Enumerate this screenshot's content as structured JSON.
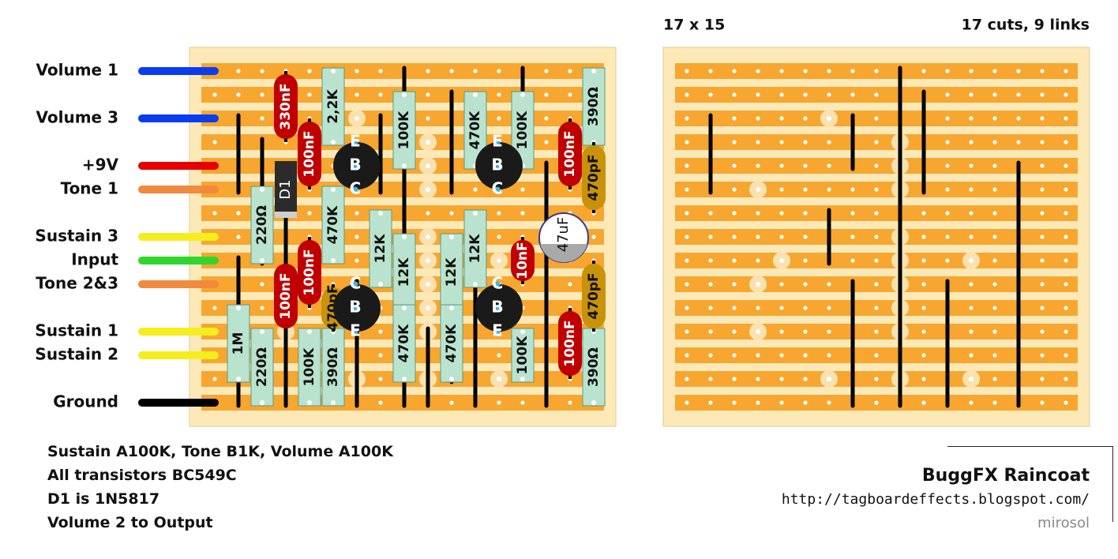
{
  "board_size": "17 x 15",
  "cuts_links": "17 cuts, 9 links",
  "connections": [
    "Volume 1",
    "Volume 3",
    "+9V",
    "Tone 1",
    "Sustain 3",
    "Input",
    "Tone 2&3",
    "Sustain 1",
    "Sustain 2",
    "Ground"
  ],
  "connection_colors": [
    "#0a3df0",
    "#0a3df0",
    "#e60000",
    "#f08a3c",
    "#f5ee1e",
    "#2ed62e",
    "#f08a3c",
    "#f5ee1e",
    "#f5ee1e",
    "#000000"
  ],
  "components": {
    "resistors": [
      "2,2K",
      "100K",
      "470K",
      "100K",
      "390Ω",
      "220Ω",
      "470K",
      "12K",
      "12K",
      "12K",
      "12K",
      "1M",
      "220Ω",
      "100K",
      "390Ω",
      "470K",
      "470K",
      "100K",
      "390Ω"
    ],
    "capacitors": [
      "330nF",
      "100nF",
      "100nF",
      "100nF",
      "10nF",
      "100nF",
      "100nF"
    ],
    "film_caps": [
      "470pF",
      "470pF",
      "470pF"
    ],
    "electrolytic": "47uF",
    "diode": "D1",
    "transistor_pins_top": [
      "E",
      "B",
      "C"
    ],
    "transistor_pins_bottom": [
      "C",
      "B",
      "E"
    ]
  },
  "notes": [
    "Sustain A100K, Tone B1K, Volume A100K",
    "All transistors BC549C",
    "D1 is 1N5817",
    "Volume 2 to Output"
  ],
  "credit": {
    "title": "BuggFX Raincoat",
    "url": "http://tagboardeffects.blogspot.com/",
    "author": "mirosol"
  },
  "colors": {
    "board": "#fde9b8",
    "strip": "#f7a630",
    "resistor": "#b9e3cf",
    "capacitor": "#c00000",
    "film_cap": "#c8920a",
    "transistor": "#1a1a1a",
    "link": "#000000",
    "cut": "#fae2b0"
  }
}
